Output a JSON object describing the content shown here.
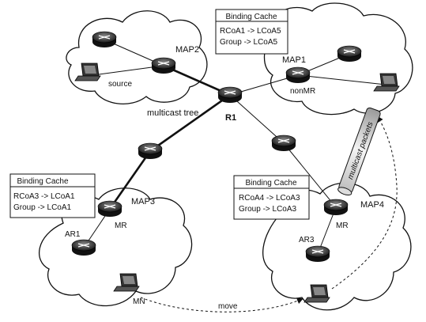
{
  "nodes": {
    "map1": "MAP1",
    "map2": "MAP2",
    "map3": "MAP3",
    "map4": "MAP4",
    "r1": "R1",
    "nonmr": "nonMR",
    "mr_left": "MR",
    "mr_right": "MR",
    "ar1": "AR1",
    "ar3": "AR3",
    "source": "source",
    "mn": "MN"
  },
  "labels": {
    "multicast_tree": "multicast tree",
    "multicast_packets": "multicast packets",
    "move": "move"
  },
  "binding_caches": [
    {
      "title": "Binding Cache",
      "rows": [
        "RCoA1 -> LCoA5",
        "Group -> LCoA5"
      ]
    },
    {
      "title": "Binding Cache",
      "rows": [
        "RCoA3 -> LCoA1",
        "Group -> LCoA1"
      ]
    },
    {
      "title": "Binding Cache",
      "rows": [
        "RCoA4 -> LCoA3",
        "Group -> LCoA3"
      ]
    }
  ]
}
